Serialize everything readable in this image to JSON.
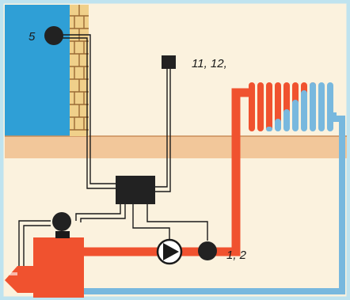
{
  "labels": {
    "outdoor_sensor": "5",
    "room_unit": "11, 12,",
    "flow_sensor": "1, 2"
  },
  "colors": {
    "background": "#fbf2de",
    "frame": "#bfe3ef",
    "sky": "#2f9fd6",
    "floor_band": "#f2c79a",
    "brick_mortar": "#f0d08a",
    "brick_line": "#9a6a35",
    "supply_pipe": "#f0522f",
    "return_pipe": "#78b8de",
    "radiator_hot": "#f0522f",
    "radiator_cold": "#78b8de",
    "boiler": "#f0522f",
    "wire": "#1a1a1a",
    "component": "#222222"
  },
  "icons": {
    "outdoor_sensor": "circle-sensor-icon",
    "room_unit": "square-sensor-icon",
    "controller": "controller-box-icon",
    "pump": "pump-icon",
    "flow_sensor": "circle-sensor-icon",
    "boiler_sensor": "circle-sensor-icon"
  }
}
